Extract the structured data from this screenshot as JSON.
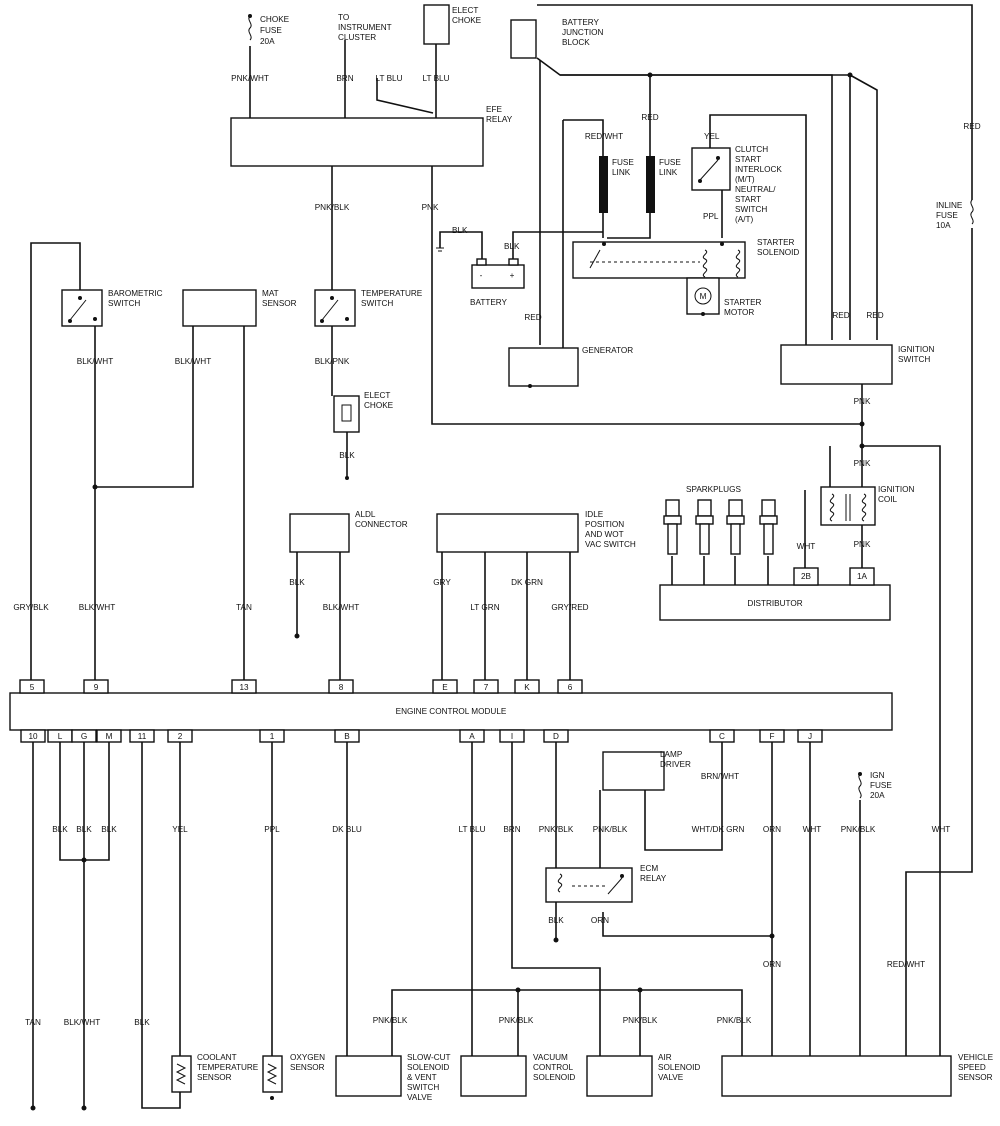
{
  "labels": {
    "choke_fuse": [
      "CHOKE",
      "FUSE",
      "20A"
    ],
    "to_instrument_cluster": [
      "TO",
      "INSTRUMENT",
      "CLUSTER"
    ],
    "elect_choke_top": [
      "ELECT",
      "CHOKE"
    ],
    "battery_junction_block": [
      "BATTERY",
      "JUNCTION",
      "BLOCK"
    ],
    "efe_relay": [
      "EFE",
      "RELAY"
    ],
    "pnk_wht": "PNK/WHT",
    "brn": "BRN",
    "lt_blu": "LT BLU",
    "red_wht": "RED/WHT",
    "red": "RED",
    "yel": "YEL",
    "fuse_link": [
      "FUSE",
      "LINK"
    ],
    "clutch_start_interlock": [
      "CLUTCH",
      "START",
      "INTERLOCK",
      "(M/T)",
      "NEUTRAL/",
      "START",
      "SWITCH",
      "(A/T)"
    ],
    "ppl": "PPL",
    "inline_fuse": [
      "INLINE",
      "FUSE",
      "10A"
    ],
    "pnk_blk": "PNK/BLK",
    "pnk": "PNK",
    "blk": "BLK",
    "battery": "BATTERY",
    "starter_solenoid": [
      "STARTER",
      "SOLENOID"
    ],
    "starter_motor": [
      "STARTER",
      "MOTOR"
    ],
    "barometric_switch": [
      "BAROMETRIC",
      "SWITCH"
    ],
    "mat_sensor": [
      "MAT",
      "SENSOR"
    ],
    "temperature_switch": [
      "TEMPERATURE",
      "SWITCH"
    ],
    "generator": "GENERATOR",
    "ignition_switch": [
      "IGNITION",
      "SWITCH"
    ],
    "blk_wht": "BLK/WHT",
    "blk_pnk": "BLK/PNK",
    "elect_choke_mid": [
      "ELECT",
      "CHOKE"
    ],
    "sparkplugs": "SPARKPLUGS",
    "ignition_coil": [
      "IGNITION",
      "COIL"
    ],
    "aldl_connector": [
      "ALDL",
      "CONNECTOR"
    ],
    "idle_position_switch": [
      "IDLE",
      "POSITION",
      "AND WOT",
      "VAC SWITCH"
    ],
    "wht": "WHT",
    "distributor": "DISTRIBUTOR",
    "gry_blk": "GRY/BLK",
    "tan": "TAN",
    "gry": "GRY",
    "lt_grn": "LT GRN",
    "dk_grn": "DK GRN",
    "gry_red": "GRY/RED",
    "engine_control_module": "ENGINE CONTROL MODULE",
    "lamp_driver": [
      "LAMP",
      "DRIVER"
    ],
    "brn_wht": "BRN/WHT",
    "ign_fuse": [
      "IGN",
      "FUSE",
      "20A"
    ],
    "dk_blu": "DK BLU",
    "orn": "ORN",
    "wht_dk_grn": "WHT/DK GRN",
    "ecm_relay": [
      "ECM",
      "RELAY"
    ],
    "red_wht_lower": "RED/WHT",
    "coolant_temperature_sensor": [
      "COOLANT",
      "TEMPERATURE",
      "SENSOR"
    ],
    "oxygen_sensor": [
      "OXYGEN",
      "SENSOR"
    ],
    "slow_cut_solenoid": [
      "SLOW-CUT",
      "SOLENOID",
      "& VENT",
      "SWITCH",
      "VALVE"
    ],
    "vacuum_control_solenoid": [
      "VACUUM",
      "CONTROL",
      "SOLENOID"
    ],
    "air_solenoid_valve": [
      "AIR",
      "SOLENOID",
      "VALVE"
    ],
    "vehicle_speed_sensor": [
      "VEHICLE",
      "SPEED",
      "SENSOR"
    ],
    "battery_minus": "-",
    "battery_plus": "+",
    "motor_m": "M"
  },
  "ecm_pins_top": [
    "5",
    "9",
    "13",
    "8",
    "E",
    "7",
    "K",
    "6"
  ],
  "ecm_pins_bottom": [
    "10",
    "L",
    "G",
    "M",
    "11",
    "2",
    "1",
    "B",
    "A",
    "I",
    "D",
    "C",
    "F",
    "J"
  ],
  "distributor_pins": [
    "2B",
    "1A"
  ]
}
